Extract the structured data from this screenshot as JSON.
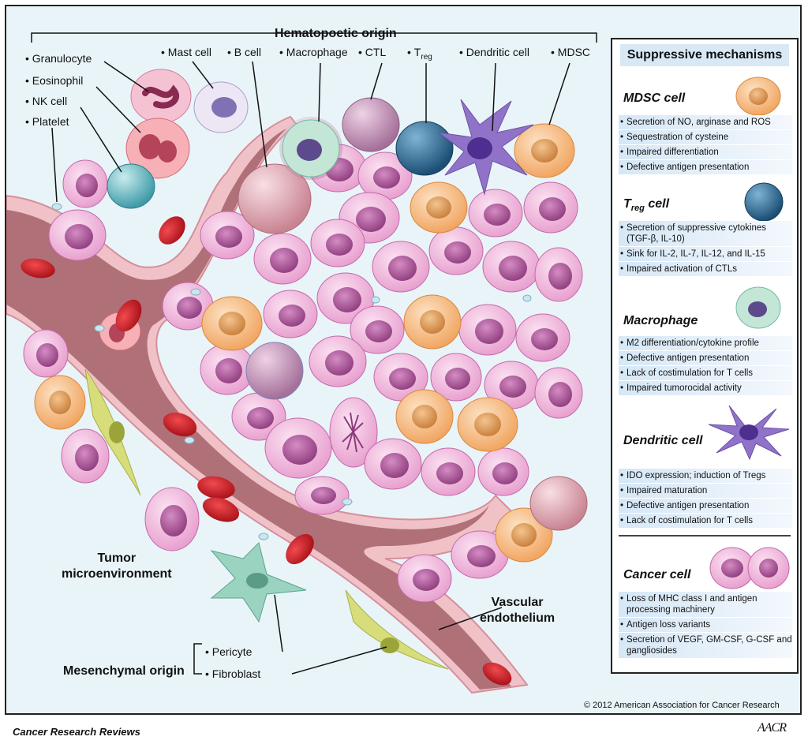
{
  "header": {
    "hematopoietic_title": "Hematopoetic origin"
  },
  "cell_labels": {
    "granulocyte": "Granulocyte",
    "eosinophil": "Eosinophil",
    "nk_cell": "NK cell",
    "platelet": "Platelet",
    "mast_cell": "Mast cell",
    "b_cell": "B cell",
    "macrophage": "Macrophage",
    "ctl": "CTL",
    "treg": "T",
    "treg_sub": "reg",
    "dendritic_cell": "Dendritic cell",
    "mdsc": "MDSC"
  },
  "region_labels": {
    "tumor_line1": "Tumor",
    "tumor_line2": "microenvironment",
    "vascular_line1": "Vascular",
    "vascular_line2": "endothelium",
    "mesenchymal": "Mesenchymal origin",
    "pericyte": "Pericyte",
    "fibroblast": "Fibroblast"
  },
  "panel": {
    "title": "Suppressive mechanisms",
    "sections": [
      {
        "title": "MDSC cell",
        "items": [
          "Secretion of NO, arginase and ROS",
          "Sequestration of cysteine",
          "Impaired differentiation",
          "Defective antigen presentation"
        ]
      },
      {
        "title": "T",
        "title_sub": "reg",
        "title_suffix": " cell",
        "items": [
          "Secretion of suppressive cytokines (TGF-β, IL-10)",
          "Sink for IL-2, IL-7, IL-12, and IL-15",
          "Impaired activation of CTLs"
        ]
      },
      {
        "title": "Macrophage",
        "items": [
          "M2 differentiation/cytokine profile",
          "Defective antigen presentation",
          "Lack of costimulation for T cells",
          "Impaired tumorocidal activity"
        ]
      },
      {
        "title": "Dendritic cell",
        "items": [
          "IDO expression; induction of Tregs",
          "Impaired maturation",
          "Defective antigen presentation",
          "Lack of costimulation for T cells"
        ]
      },
      {
        "title": "Cancer cell",
        "items": [
          "Loss of MHC class I and antigen processing machinery",
          "Antigen loss variants",
          "Secretion of VEGF, GM-CSF, G-CSF and gangliosides"
        ]
      }
    ]
  },
  "footer": {
    "copyright": "© 2012  American Association for Cancer Research",
    "journal": "Cancer Research Reviews",
    "logo_text": "AACR"
  },
  "colors": {
    "background": "#e9f4f8",
    "tumor_cell": "#f2b6dd",
    "tumor_nucleus": "#b25a9e",
    "vessel_wall": "#f0c2c8",
    "vessel_lumen": "#b07078",
    "red_blood_cell": "#d51822",
    "mdsc": "#f7c596",
    "treg": "#2e6e97",
    "dendritic": "#9073c9",
    "macrophage": "#c3e6d6",
    "ctl": "#c7a0be",
    "panel_header": "#d8e8f5"
  }
}
